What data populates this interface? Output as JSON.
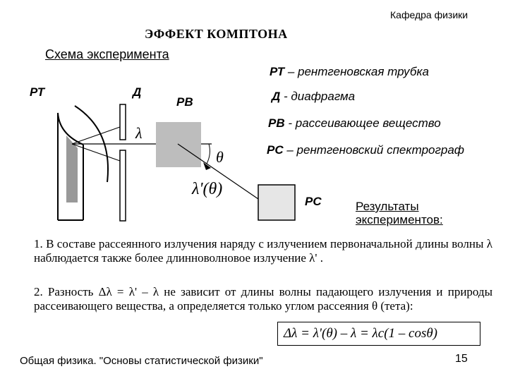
{
  "header": {
    "department": "Кафедра физики",
    "title": "ЭФФЕКТ КОМПТОНА",
    "subtitle": "Схема эксперимента"
  },
  "diagram": {
    "label_rt": "РТ",
    "label_d": "Д",
    "label_rv": "РВ",
    "label_rs": "РС",
    "symbol_lambda": "λ",
    "symbol_theta": "θ",
    "symbol_lambda_theta": "λ'(θ)"
  },
  "legend": [
    {
      "abbr": "РТ",
      "text": "– рентгеновская трубка"
    },
    {
      "abbr": "Д",
      "text": "- диафрагма"
    },
    {
      "abbr": "РВ",
      "text": "- рассеивающее вещество"
    },
    {
      "abbr": "РС",
      "text": "– рентгеновский спектрограф"
    }
  ],
  "results_heading_line1": "Результаты",
  "results_heading_line2": "экспериментов:",
  "paragraph1": "1. В составе рассеянного излучения наряду с излучением первоначальной длины волны λ наблюдается также более длинноволновое излучение λ' .",
  "paragraph2_a": "2. Разность Δλ = λ' – λ не зависит от длины волны падающего излучения и природы рассеивающего вещества, а определяется только углом рассеяния θ (тета):",
  "formula": "Δλ = λ'(θ) – λ = λc(1 – cosθ)",
  "footer": {
    "course": "Общая физика. \"Основы статистической физики\"",
    "page": "15"
  }
}
